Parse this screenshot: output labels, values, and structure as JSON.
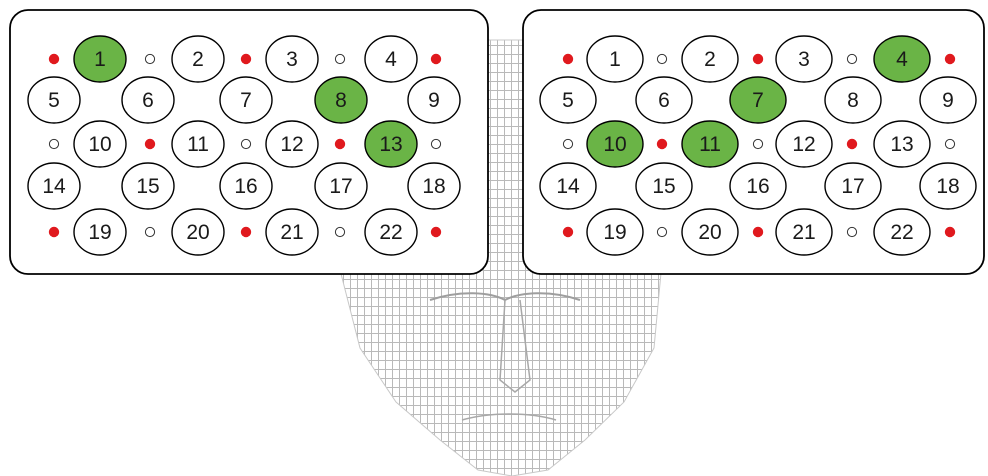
{
  "panels": [
    {
      "channels": [
        "1",
        "2",
        "3",
        "4",
        "5",
        "6",
        "7",
        "8",
        "9",
        "10",
        "11",
        "12",
        "13",
        "14",
        "15",
        "16",
        "17",
        "18",
        "19",
        "20",
        "21",
        "22"
      ],
      "active_channels": [
        "1",
        "8",
        "13"
      ]
    },
    {
      "channels": [
        "1",
        "2",
        "3",
        "4",
        "5",
        "6",
        "7",
        "8",
        "9",
        "10",
        "11",
        "12",
        "13",
        "14",
        "15",
        "16",
        "17",
        "18",
        "19",
        "20",
        "21",
        "22"
      ],
      "active_channels": [
        "4",
        "7",
        "10",
        "11"
      ]
    }
  ],
  "colors": {
    "active_fill": "#6ab446",
    "inactive_fill": "#ffffff",
    "source_dot": "#e0191e",
    "detector_dot": "#ffffff",
    "outline": "#000000",
    "head_mesh": "#bdbdbd"
  }
}
